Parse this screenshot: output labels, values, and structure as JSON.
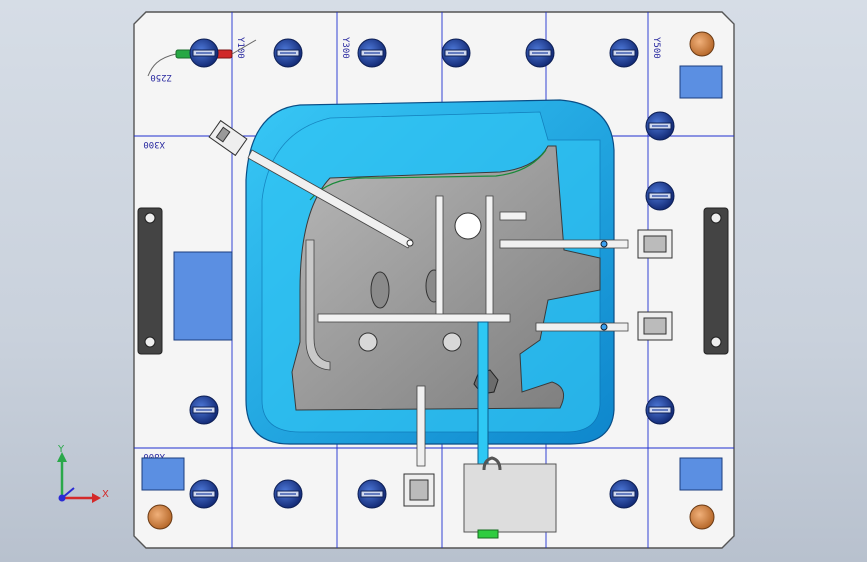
{
  "grid_labels": {
    "z250": "Z250",
    "y100": "Y100",
    "y300": "Y300",
    "y500": "Y500",
    "x300": "X300",
    "x800": "X800"
  },
  "triad": {
    "y": "Y",
    "x": "X"
  },
  "colors": {
    "background": "#cdd4de",
    "base_plate": "#f4f4f4",
    "grid_line": "#1f2fd0",
    "cavity_blue": "#1fb6f0",
    "cavity_blue_dark": "#0e7fc8",
    "part_grey": "#9a9a9a",
    "bolt_blue": "#1d3f9e",
    "pin_orange": "#d98c4a",
    "pad_blue": "#5a8fe0"
  }
}
